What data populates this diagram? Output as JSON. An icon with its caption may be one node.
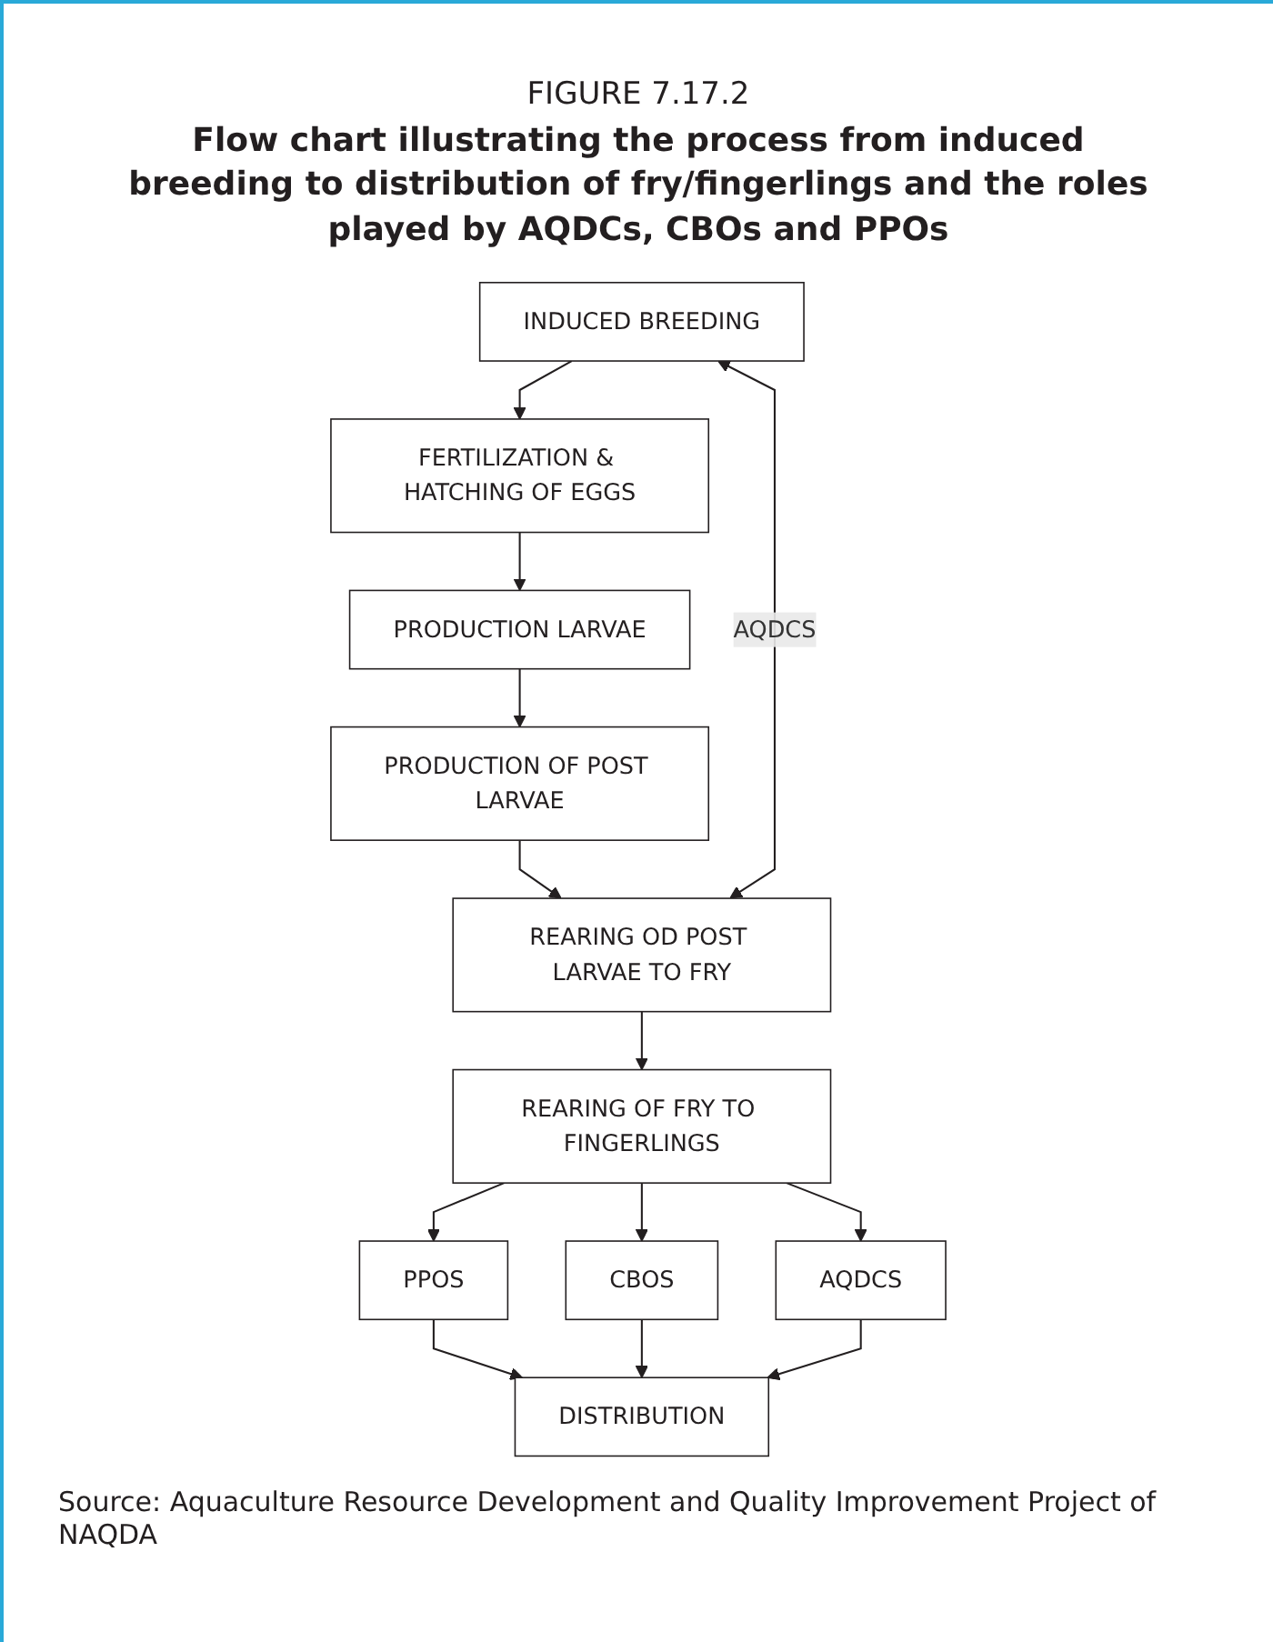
{
  "diagram": {
    "title": "Flow chart illustrating the process from induced breeding to distribution of fry/fingerlings and the roles played by AQDCs, CBOs and PPOs",
    "caption": "Source: Aquaculture Resource Development and Quality Improvement Project of NAQDA",
    "labels": [
      "FIGURE 7.17.2"
    ],
    "nodes": [
      {
        "text": [
          "INDUCED BREEDING"
        ]
      },
      {
        "text": [
          "FERTILIZATION & HATCHING OF EGGS"
        ]
      },
      {
        "text": [
          "PRODUCTION LARVAE"
        ]
      },
      {
        "text": [
          "PRODUCTION OF POST LARVAE"
        ]
      },
      {
        "text": [
          "REARING OD POST LARVAE TO FRY"
        ]
      },
      {
        "text": [
          "REARING OF FRY TO FINGERLINGS"
        ]
      },
      {
        "text": [
          "PPOS"
        ]
      },
      {
        "text": [
          "CBOS"
        ]
      },
      {
        "text": [
          "AQDCS"
        ]
      },
      {
        "text": [
          "DISTRIBUTION"
        ]
      }
    ],
    "edges": [
      {
        "from": 0,
        "to": 1,
        "arrow": "to"
      },
      {
        "from": 1,
        "to": 2,
        "arrow": "to"
      },
      {
        "from": 2,
        "to": 3,
        "arrow": "to"
      },
      {
        "from": 3,
        "to": 4,
        "arrow": "to"
      },
      {
        "from": 4,
        "to": 0,
        "arrow": "both",
        "label": "AQDCS"
      },
      {
        "from": 4,
        "to": 5,
        "arrow": "to"
      },
      {
        "from": 5,
        "to": 6,
        "arrow": "to"
      },
      {
        "from": 5,
        "to": 7,
        "arrow": "to"
      },
      {
        "from": 5,
        "to": 8,
        "arrow": "to"
      },
      {
        "from": 6,
        "to": 9,
        "arrow": "to"
      },
      {
        "from": 7,
        "to": 9,
        "arrow": "to"
      },
      {
        "from": 8,
        "to": 9,
        "arrow": "to"
      }
    ]
  }
}
